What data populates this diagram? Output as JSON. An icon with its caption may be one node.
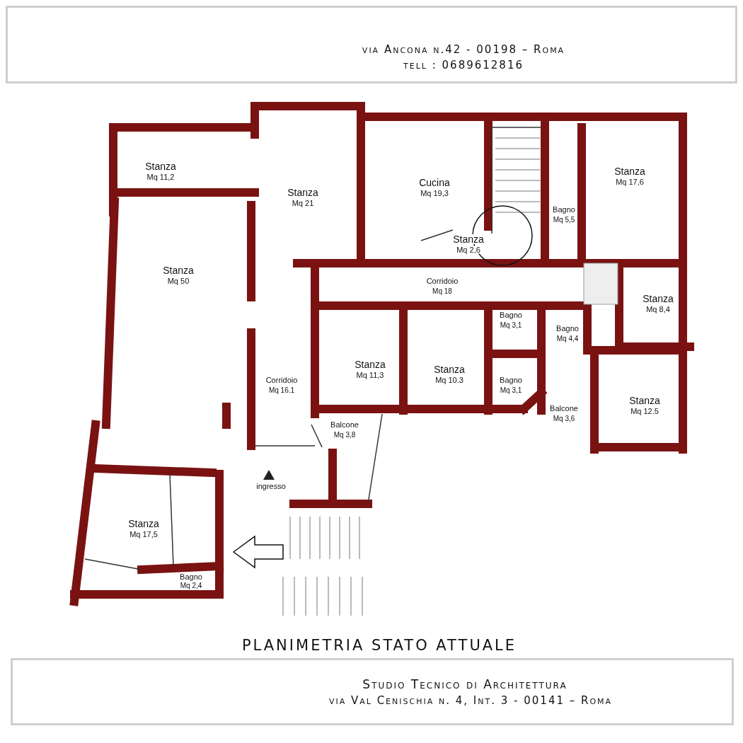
{
  "diagram": {
    "title": "PLANIMETRIA STATO ATTUALE",
    "labels": [
      "via Ancona n.42  - 00198 – Roma",
      "tell : 0689612816",
      "Stanza",
      "Mq 11,2",
      "Cucina",
      "Mq 19,3",
      "Stanza",
      "Mq 17,6",
      "Stanza",
      "Mq 21",
      "Bagno",
      "Mq 5,5",
      "Stanza",
      "Mq 2,6",
      "Stanza",
      "Mq 50",
      "Corridoio",
      "Mq 18",
      "Stanza",
      "Mq 8,4",
      "Bagno",
      "Mq 3,1",
      "Bagno",
      "Mq 4,4",
      "Stanza",
      "Mq 11,3",
      "Stanza",
      "Mq 10.3",
      "Bagno",
      "Mq 3,1",
      "Corridoio",
      "Mq 16.1",
      "Stanza",
      "Mq 12.5",
      "Balcone",
      "Mq 3,6",
      "Balcone",
      "Mq 3,8",
      "ingresso",
      "Stanza",
      "Mq 17,5",
      "Bagno",
      "Mq 2,4",
      "Studio Tecnico di Architettura",
      "via Val Cenischia n. 4, Int. 3 - 00141 – Roma"
    ]
  }
}
